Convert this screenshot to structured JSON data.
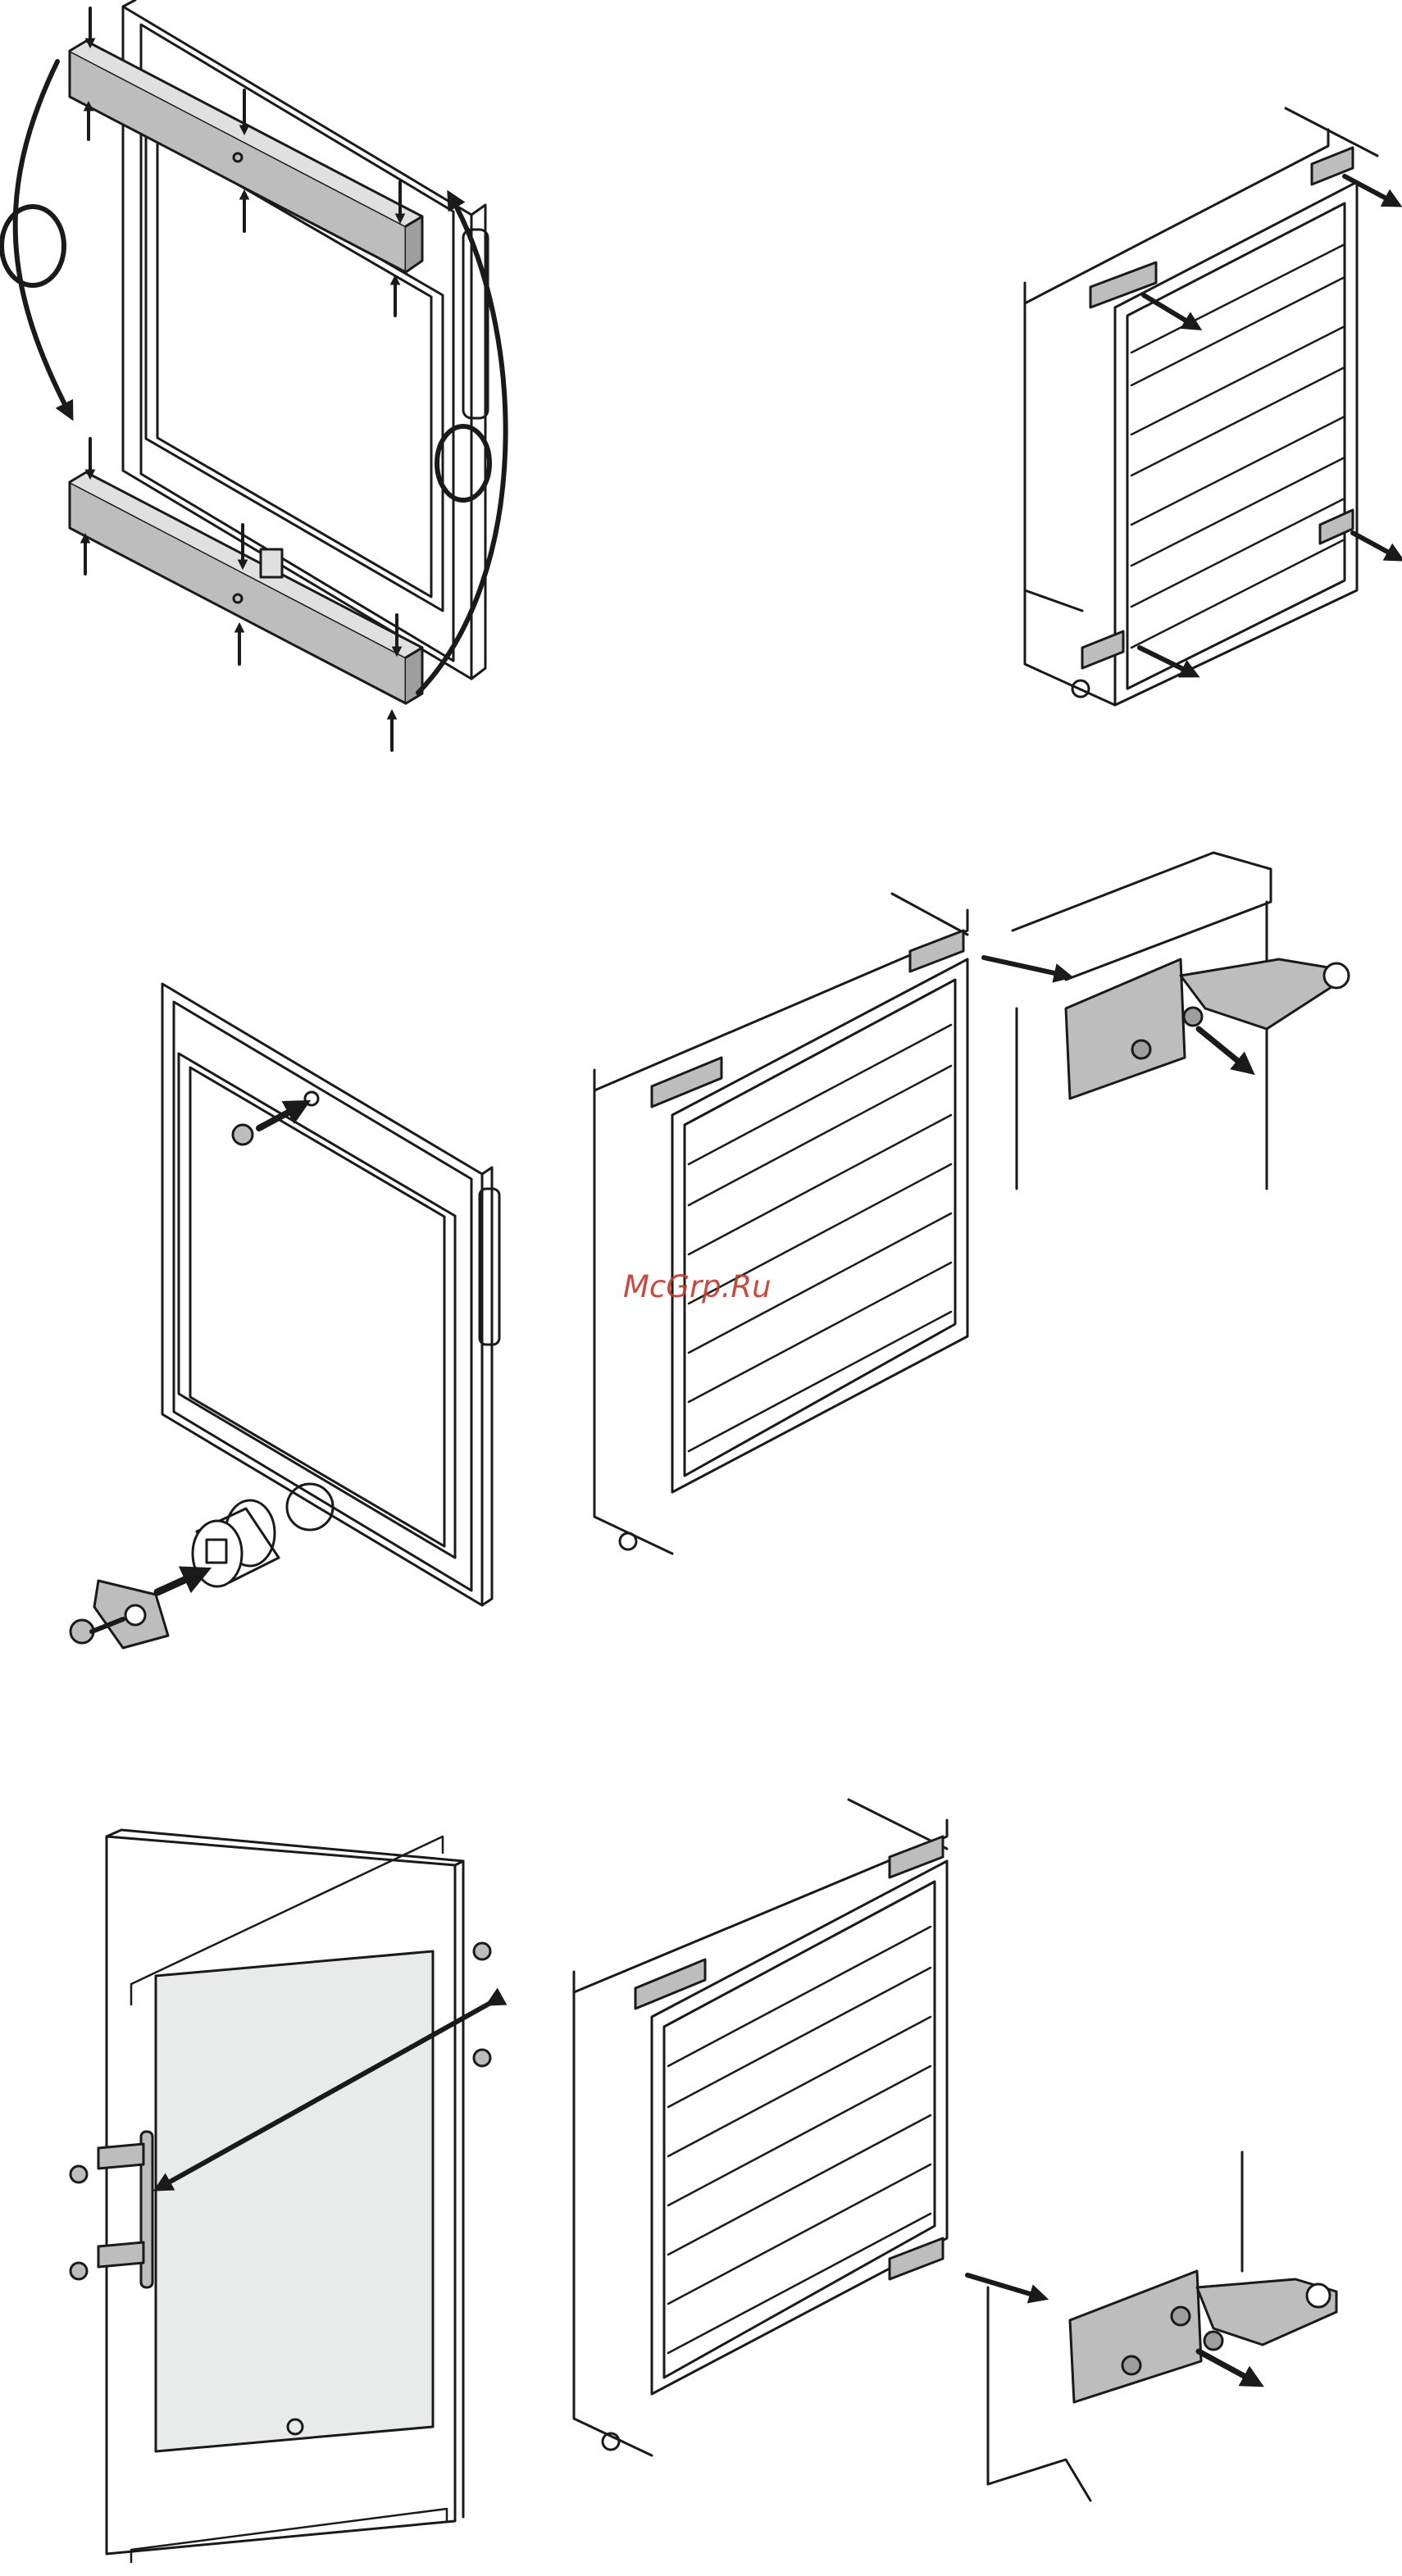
{
  "watermark": {
    "text": "McGrp.Ru",
    "color": "#c0392b"
  },
  "colors": {
    "line": "#1a1a1a",
    "part_fill": "#bdbdbd",
    "glass_fill": "#e9ebea",
    "arrow": "#1a1a1a"
  },
  "icons": [
    "door-frame",
    "trim-strip",
    "hinge-bracket",
    "screw",
    "bushing",
    "arrow",
    "highlight-circle",
    "cabinet"
  ]
}
